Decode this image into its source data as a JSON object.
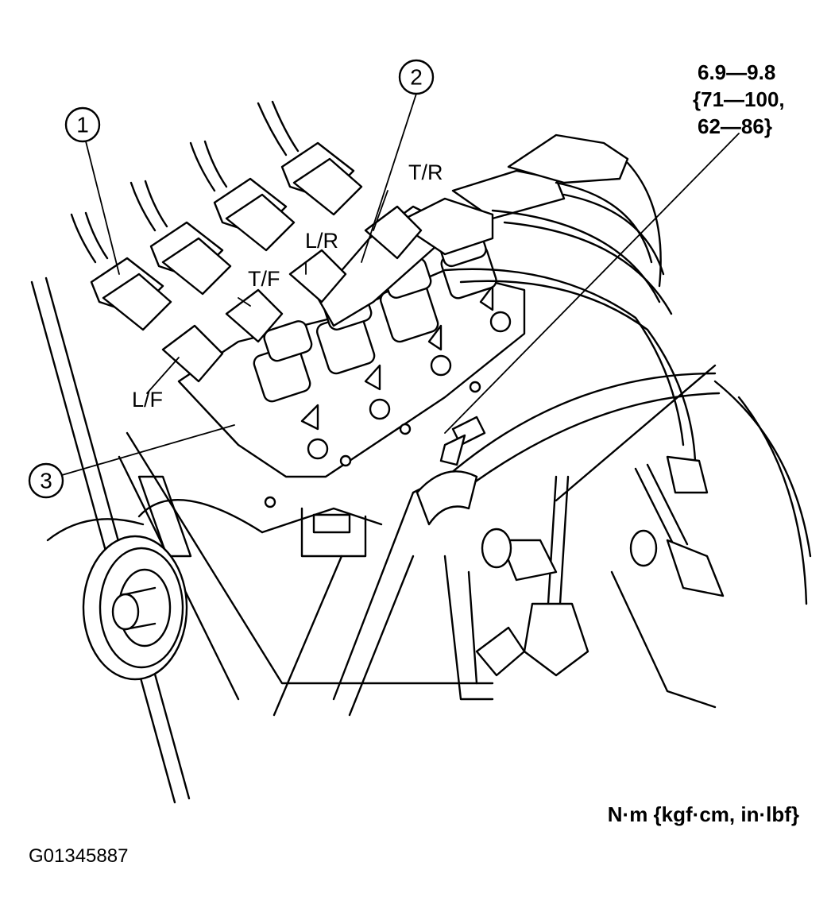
{
  "callouts": [
    {
      "number": "1"
    },
    {
      "number": "2"
    },
    {
      "number": "3"
    }
  ],
  "cylinder_labels": {
    "lf": "L/F",
    "tf": "T/F",
    "lr": "L/R",
    "tr": "T/R"
  },
  "torque_spec": {
    "line1": "6.9—9.8",
    "line2": "{71—100,",
    "line3": "62—86}"
  },
  "unit_legend": "N·m {kgf·cm, in·lbf}",
  "figure_code": "G01345887"
}
